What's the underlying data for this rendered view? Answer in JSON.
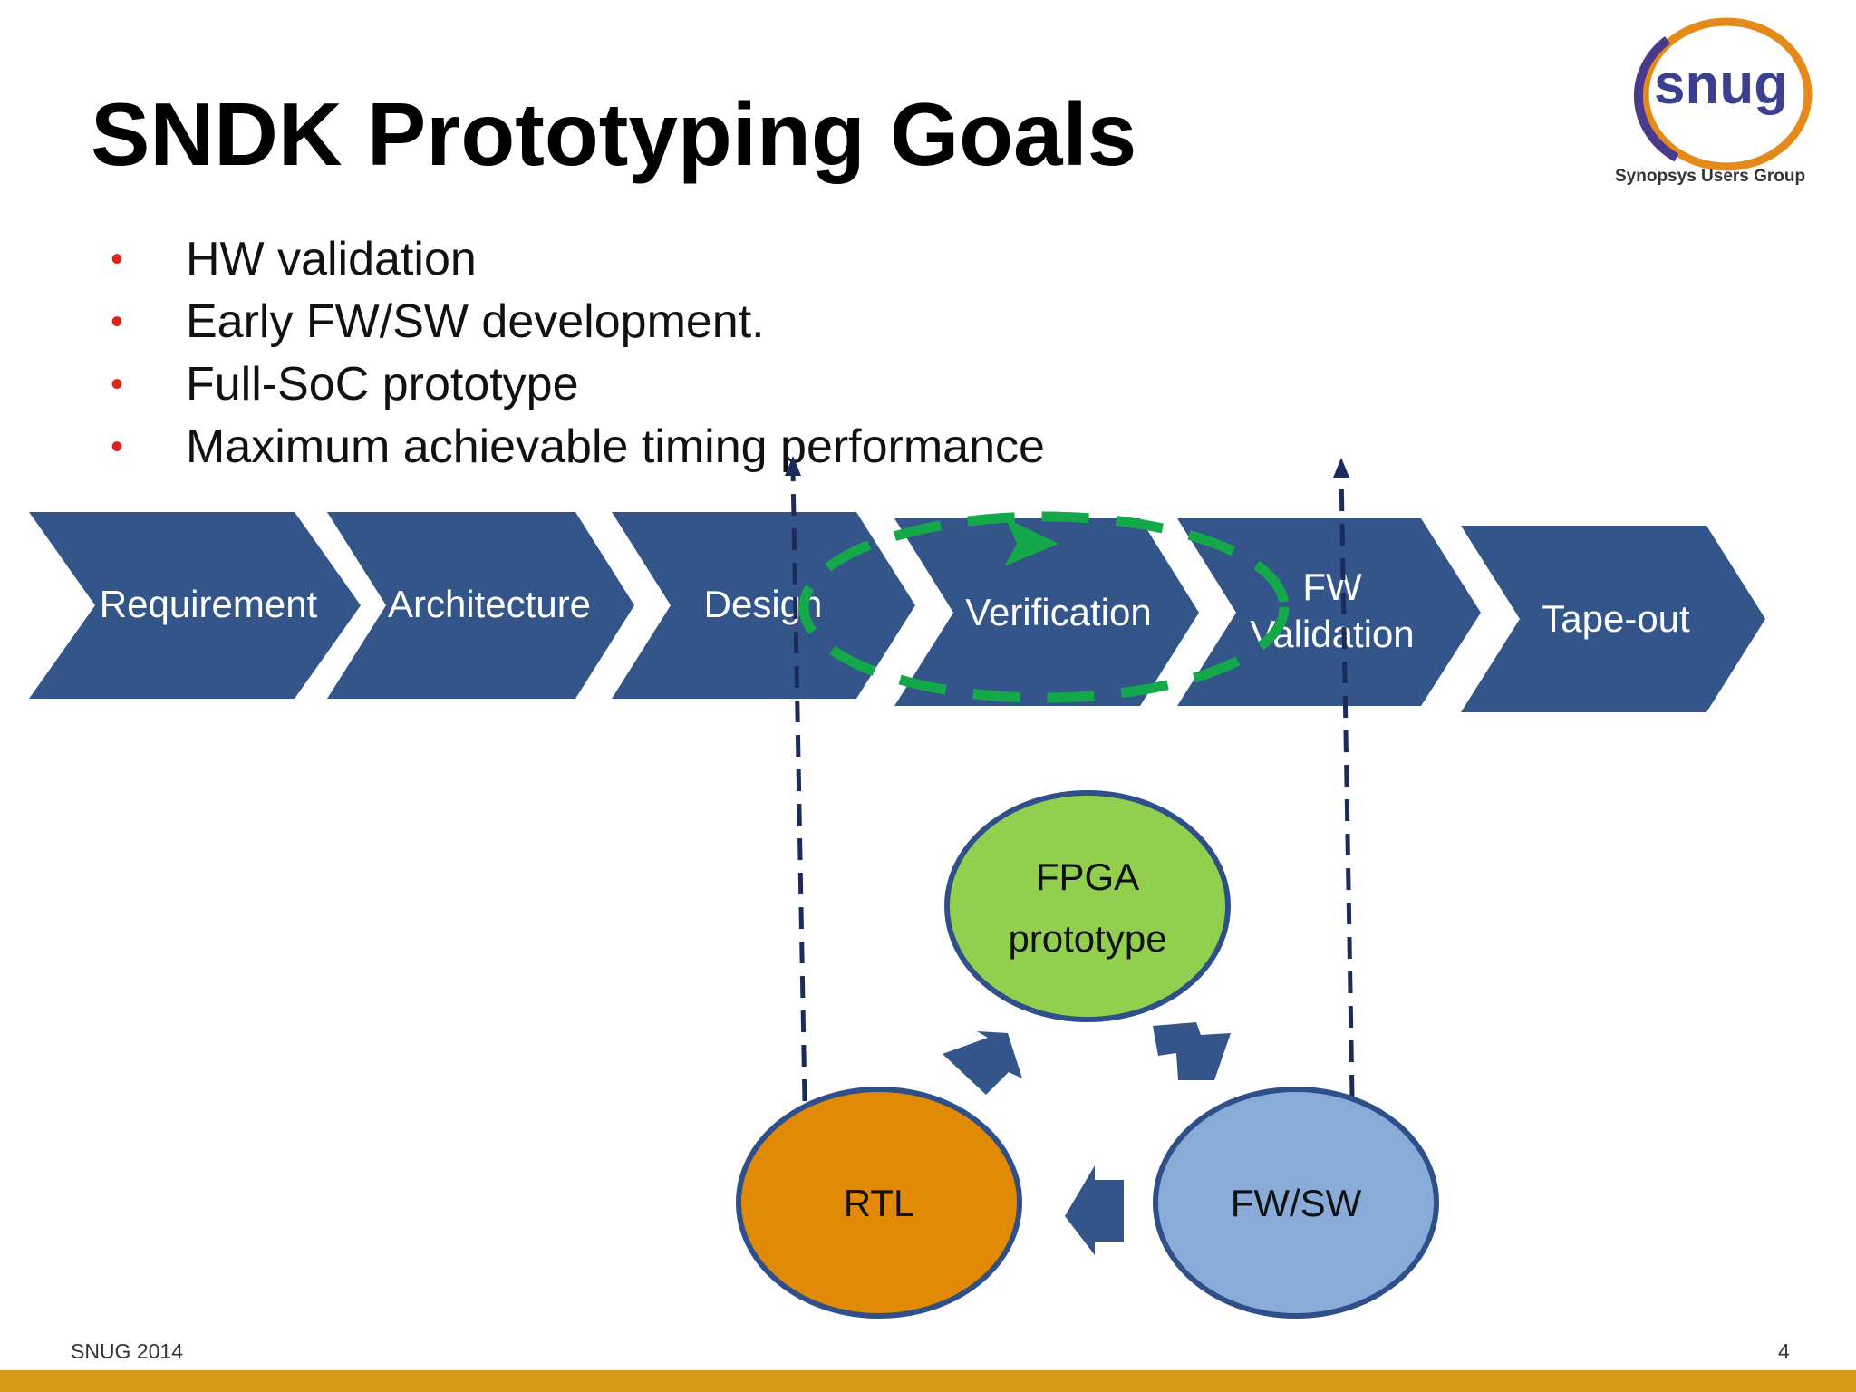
{
  "slide": {
    "title": "SNDK Prototyping Goals",
    "bullets": [
      "HW validation",
      "Early FW/SW development.",
      "Full-SoC prototype",
      "Maximum achievable timing performance"
    ],
    "footer_left": "SNUG 2014",
    "page_number": "4"
  },
  "logo": {
    "mark": "snug",
    "caption": "Synopsys Users Group"
  },
  "flow": {
    "stages": [
      "Requirement",
      "Architecture",
      "Design",
      "Verification",
      "FW",
      "Validation",
      "Tape-out"
    ]
  },
  "cycle": {
    "nodes": [
      "FPGA",
      "prototype",
      "RTL",
      "FW/SW"
    ]
  },
  "colors": {
    "chevron": "#33558a",
    "fpga": "#92cf4e",
    "rtl": "#e08a05",
    "fwsw": "#8aaad8",
    "node_border": "#2f4f8a",
    "loop": "#14a84a",
    "bullet": "#d9261c",
    "footer_bar": "#d79a16"
  }
}
